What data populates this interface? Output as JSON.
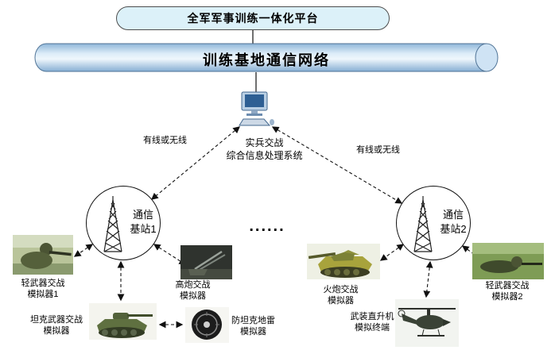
{
  "platform": {
    "label": "全军军事训练一体化平台"
  },
  "network": {
    "label": "训练基地通信网络"
  },
  "processor": {
    "line1": "实兵交战",
    "line2": "综合信息处理系统"
  },
  "links": {
    "left_label": "有线或无线",
    "right_label": "有线或无线",
    "ellipsis": "......"
  },
  "stations": [
    {
      "line1": "通信",
      "line2": "基站1"
    },
    {
      "line1": "通信",
      "line2": "基站2"
    }
  ],
  "simulators": [
    {
      "id": "light-weapon-simulator-1",
      "line1": "轻武器交战",
      "line2": "模拟器1"
    },
    {
      "id": "tank-weapon-simulator",
      "line1": "坦克武器交战",
      "line2": "模拟器"
    },
    {
      "id": "aa-gun-simulator",
      "line1": "高炮交战",
      "line2": "模拟器"
    },
    {
      "id": "anti-tank-mine-simulator",
      "line1": "防坦克地雷",
      "line2": "模拟器"
    },
    {
      "id": "artillery-simulator",
      "line1": "火炮交战",
      "line2": "模拟器"
    },
    {
      "id": "helicopter-terminal",
      "line1": "武装直升机",
      "line2": "模拟终端"
    },
    {
      "id": "light-weapon-simulator-2",
      "line1": "轻武器交战",
      "line2": "模拟器2"
    }
  ],
  "colors": {
    "platform_fill": "#dcf1f9",
    "cylinder_fill": "#cfe4f4",
    "cylinder_stroke": "#4f7396",
    "line_color": "#111111"
  }
}
